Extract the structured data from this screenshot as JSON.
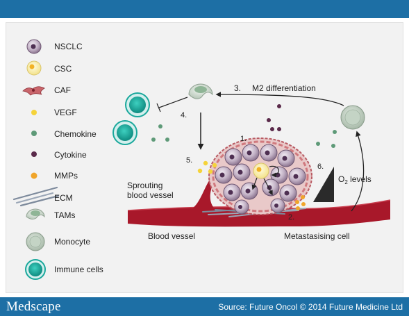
{
  "header": {},
  "legend": [
    {
      "label": "NSCLC",
      "icon": "nsclc-cell-icon"
    },
    {
      "label": "CSC",
      "icon": "csc-cell-icon"
    },
    {
      "label": "CAF",
      "icon": "caf-cell-icon"
    },
    {
      "label": "VEGF",
      "icon": "vegf-dot-icon",
      "color": "#f5d33a"
    },
    {
      "label": "Chemokine",
      "icon": "chemokine-dot-icon",
      "color": "#5e9a78"
    },
    {
      "label": "Cytokine",
      "icon": "cytokine-dot-icon",
      "color": "#5a2a4a"
    },
    {
      "label": "MMPs",
      "icon": "mmps-dot-icon",
      "color": "#f0a52a"
    },
    {
      "label": "ECM",
      "icon": "ecm-fibers-icon"
    },
    {
      "label": "TAMs",
      "icon": "tam-cell-icon"
    },
    {
      "label": "Monocyte",
      "icon": "monocyte-cell-icon"
    },
    {
      "label": "Immune cells",
      "icon": "immune-cell-icon",
      "color": "#1aa89c"
    }
  ],
  "diagram": {
    "step1": "1.",
    "step2": "2.",
    "step3": "3.",
    "step3_text": "M2 differentiation",
    "step4": "4.",
    "step5": "5.",
    "step6": "6.",
    "o2_levels": "O",
    "o2_sub": "2",
    "o2_rest": " levels",
    "sprouting_line1": "Sprouting",
    "sprouting_line2": "blood vessel",
    "blood_vessel": "Blood vessel",
    "metastasising_cell": "Metastasising cell"
  },
  "footer": {
    "brand": "Medscape",
    "source": "Source: Future Oncol © 2014 Future Medicine Ltd"
  },
  "colors": {
    "accent": "#1d6fa5",
    "vessel": "#a8182a",
    "tumor_cell": "#c4b4c6",
    "immune": "#1aa89c"
  }
}
